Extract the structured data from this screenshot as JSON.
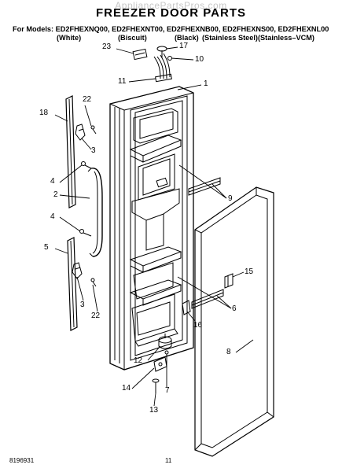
{
  "watermark": "AppliancePartsPros.com",
  "title": "FREEZER DOOR PARTS",
  "models_line": "For Models: ED2FHEXNQ00, ED2FHEXNT00, ED2FHEXNB00, ED2FHEXNS00, ED2FHEXNL00",
  "colors": [
    "(White)",
    "(Biscuit)",
    "(Black)",
    "(Stainless Steel)(Stainless–VCM)"
  ],
  "callouts": {
    "c1": "1",
    "c2": "2",
    "c3a": "3",
    "c3b": "3",
    "c4a": "4",
    "c4b": "4",
    "c5": "5",
    "c6": "6",
    "c7": "7",
    "c8": "8",
    "c9": "9",
    "c10": "10",
    "c11": "11",
    "c12": "12",
    "c13": "13",
    "c14": "14",
    "c15": "15",
    "c16": "16",
    "c17": "17",
    "c18": "18",
    "c22a": "22",
    "c22b": "22",
    "c23": "23"
  },
  "footer": {
    "part_number": "8196931",
    "page": "11"
  }
}
